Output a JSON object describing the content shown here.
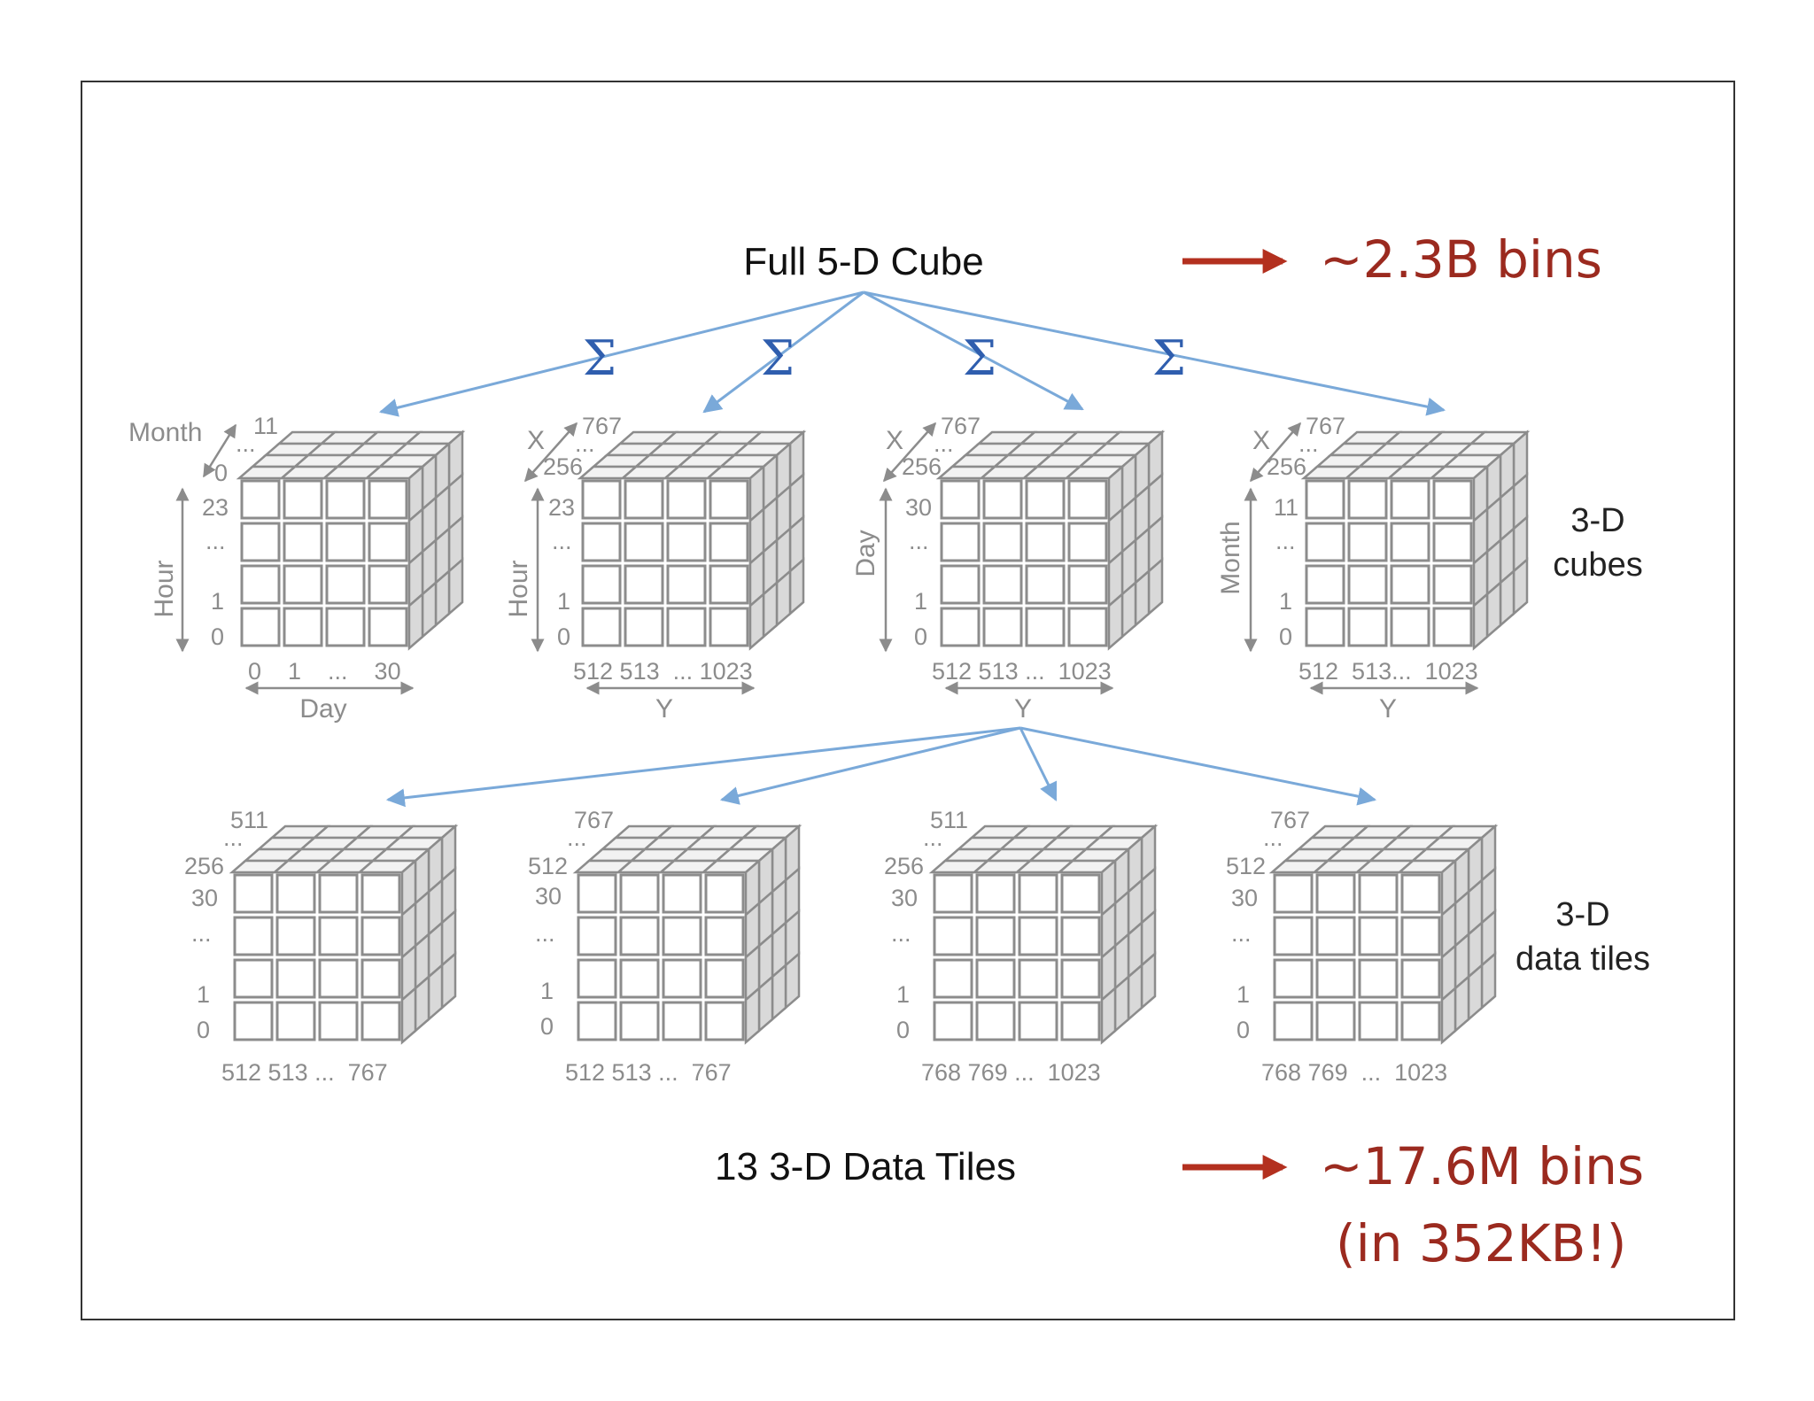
{
  "diagram": {
    "top_title": "Full 5-D Cube",
    "top_result": "~2.3B bins",
    "sigma_symbol": "Σ",
    "mid_label_line1": "3-D",
    "mid_label_line2": "cubes",
    "bottom_label_line1": "3-D",
    "bottom_label_line2": "data tiles",
    "bottom_title": "13 3-D Data Tiles",
    "bottom_result_line1": "~17.6M bins",
    "bottom_result_line2": "(in 352KB!)",
    "colors": {
      "edge_blue": "#7aa9d9",
      "sigma_blue": "#2f5eae",
      "result_red": "#9b2a1f",
      "cube_face": "#e3e3e3",
      "cube_edge": "#8c8c8c"
    }
  },
  "cubes": [
    {
      "depth_axis": "Month",
      "depth_top": "11",
      "depth_mid": "...",
      "depth_bottom": "0",
      "vert_axis": "Hour",
      "vert_labels": [
        "23",
        "...",
        "1",
        "0"
      ],
      "x_tick_labels": "0    1    ...    30",
      "x_axis": "Day"
    },
    {
      "depth_axis": "X",
      "depth_top": "767",
      "depth_mid": "...",
      "depth_bottom": "256",
      "vert_axis": "Hour",
      "vert_labels": [
        "23",
        "...",
        "1",
        "0"
      ],
      "x_tick_labels": "512 513  ... 1023",
      "x_axis": "Y"
    },
    {
      "depth_axis": "X",
      "depth_top": "767",
      "depth_mid": "...",
      "depth_bottom": "256",
      "vert_axis": "Day",
      "vert_labels": [
        "30",
        "...",
        "1",
        "0"
      ],
      "x_tick_labels": "512 513 ...  1023",
      "x_axis": "Y"
    },
    {
      "depth_axis": "X",
      "depth_top": "767",
      "depth_mid": "...",
      "depth_bottom": "256",
      "vert_axis": "Month",
      "vert_labels": [
        "11",
        "...",
        "1",
        "0"
      ],
      "x_tick_labels": "512  513...  1023",
      "x_axis": "Y"
    }
  ],
  "tiles": [
    {
      "depth_top": "511",
      "depth_mid": "...",
      "depth_bottom": "256",
      "vert_labels": [
        "30",
        "...",
        "1",
        "0"
      ],
      "x_tick_labels": "512 513 ...  767"
    },
    {
      "depth_top": "767",
      "depth_mid": "...",
      "depth_bottom": "512",
      "vert_labels": [
        "30",
        "...",
        "1",
        "0"
      ],
      "x_tick_labels": "512 513 ...  767"
    },
    {
      "depth_top": "511",
      "depth_mid": "...",
      "depth_bottom": "256",
      "vert_labels": [
        "30",
        "...",
        "1",
        "0"
      ],
      "x_tick_labels": "768 769 ...  1023"
    },
    {
      "depth_top": "767",
      "depth_mid": "...",
      "depth_bottom": "512",
      "vert_labels": [
        "30",
        "...",
        "1",
        "0"
      ],
      "x_tick_labels": "768 769  ...  1023"
    }
  ]
}
